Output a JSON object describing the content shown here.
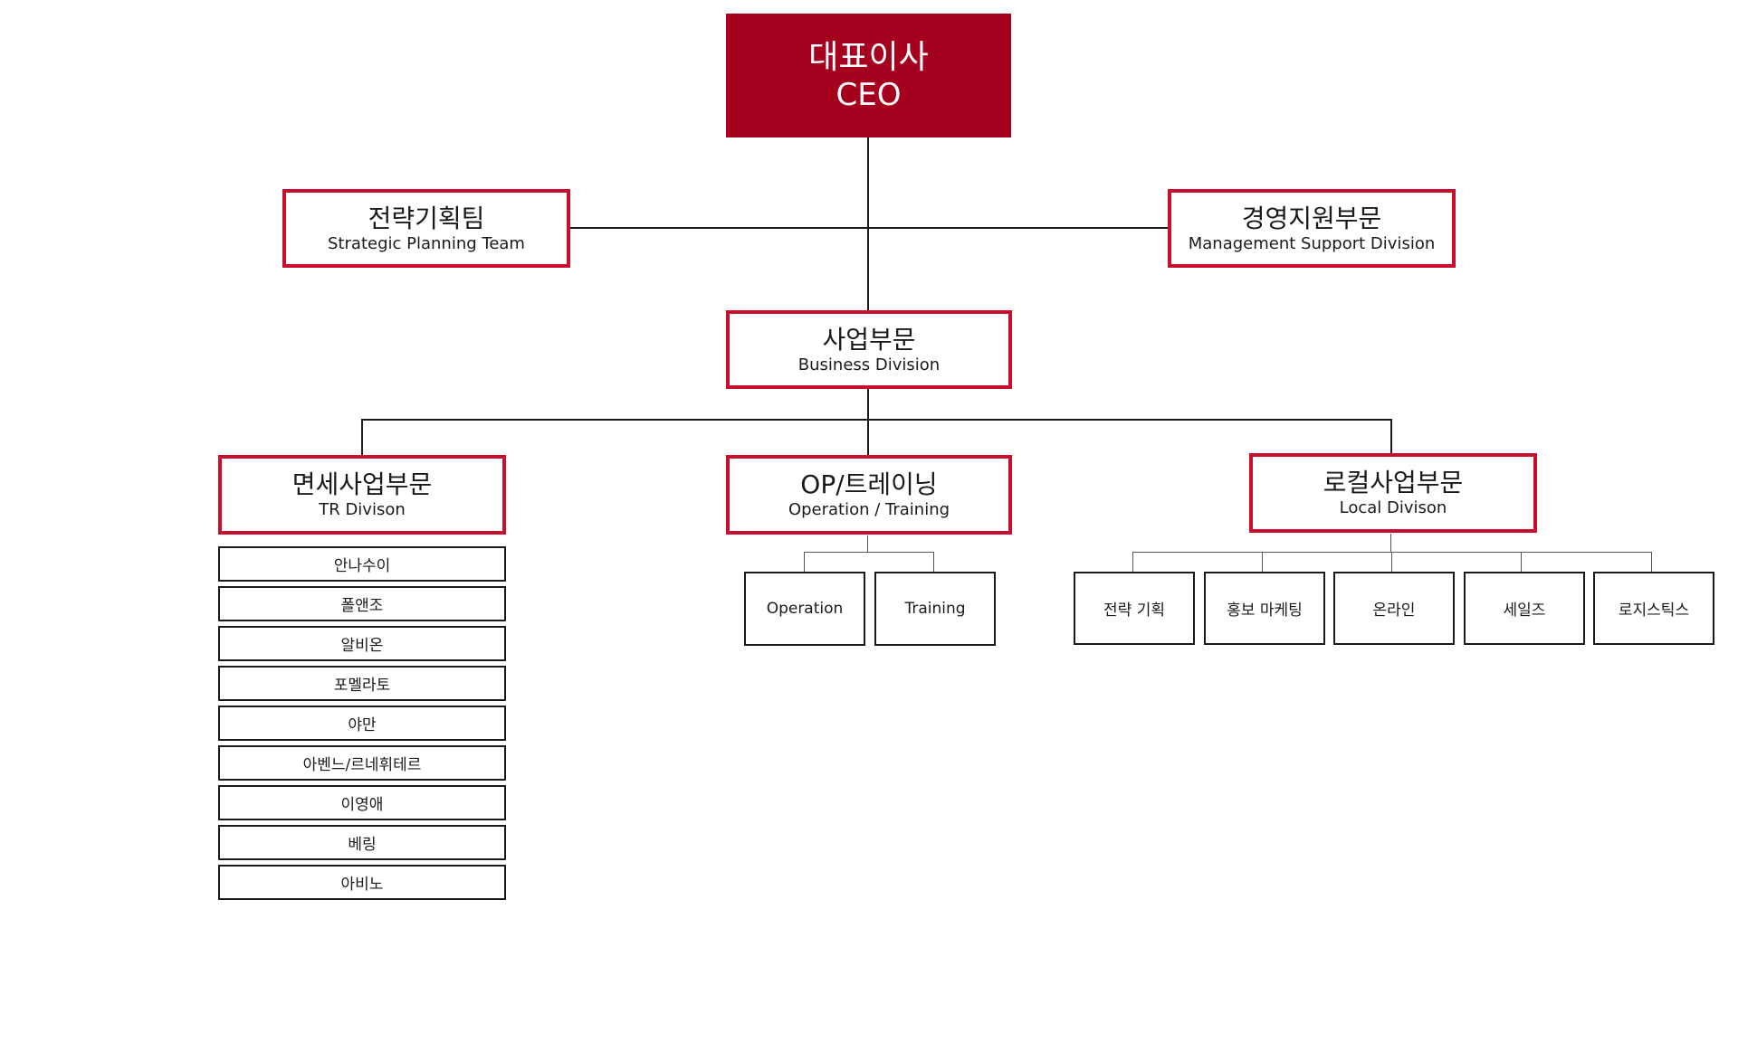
{
  "colors": {
    "ceo_fill": "#a5001e",
    "division_border": "#c8102e",
    "unit_border": "#1a1a1a",
    "connector": "#1a1a1a"
  },
  "ceo": {
    "ko": "대표이사",
    "en": "CEO"
  },
  "strategic_planning": {
    "ko": "전략기획팀",
    "en": "Strategic Planning Team"
  },
  "management_support": {
    "ko": "경영지원부문",
    "en": "Management Support Division"
  },
  "business": {
    "ko": "사업부문",
    "en": "Business Division"
  },
  "tr": {
    "ko": "면세사업부문",
    "en": "TR Divison",
    "brands": [
      "안나수이",
      "폴앤조",
      "알비온",
      "포멜라토",
      "야만",
      "아벤느/르네휘테르",
      "이영애",
      "베링",
      "아비노"
    ]
  },
  "op": {
    "ko": "OP/트레이닝",
    "en": "Operation / Training",
    "units": [
      "Operation",
      "Training"
    ]
  },
  "local": {
    "ko": "로컬사업부문",
    "en": "Local Divison",
    "units": [
      "전략 기획",
      "홍보 마케팅",
      "온라인",
      "세일즈",
      "로지스틱스"
    ]
  }
}
